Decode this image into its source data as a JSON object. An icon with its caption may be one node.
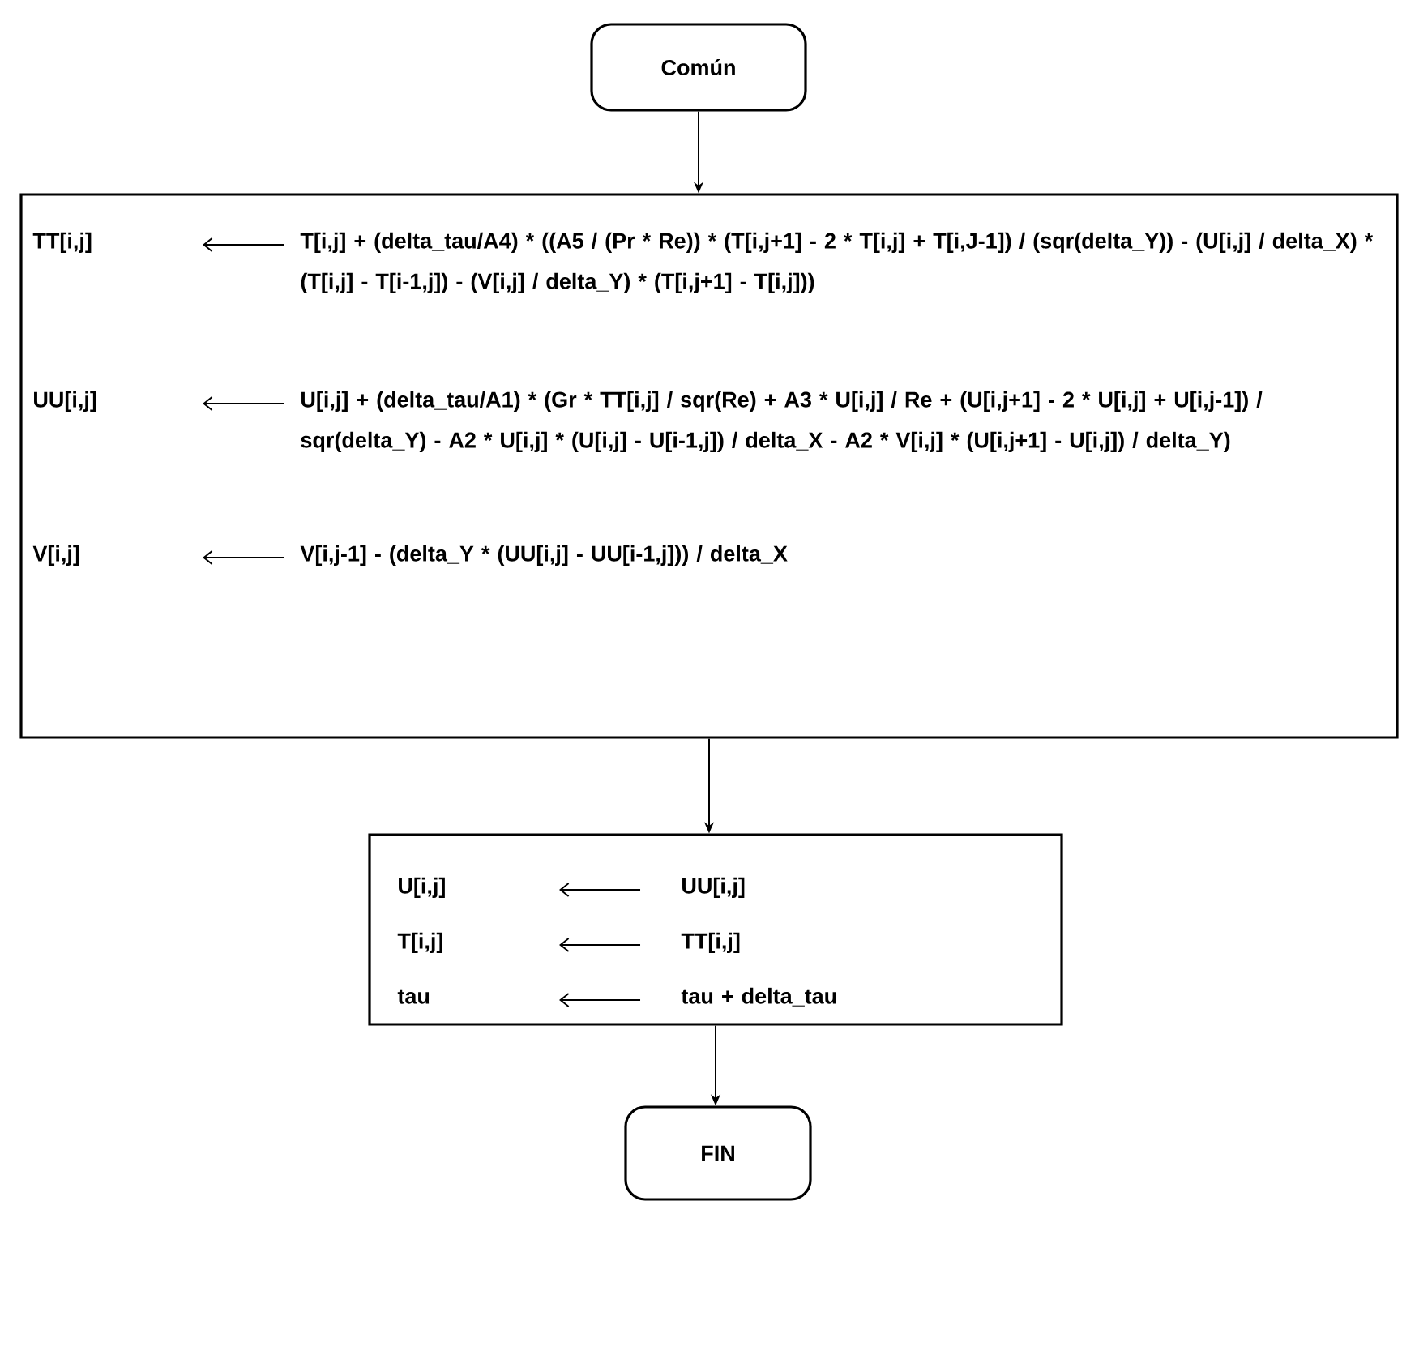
{
  "diagram": {
    "nodes": [
      {
        "text": [
          "Común"
        ]
      },
      {
        "text": [
          "TT[i,j]",
          "T[i,j] + (delta_tau/A4) * ((A5 / (Pr * Re)) * (T[i,j+1] - 2 * T[i,j] + T[i,J-1]) / (sqr(delta_Y)) - (U[i,j] / delta_X) * (T[i,j] - T[i-1,j]) - (V[i,j] / delta_Y) * (T[i,j+1] - T[i,j]))",
          "UU[i,j]",
          "U[i,j] + (delta_tau/A1) * (Gr * TT[i,j] / sqr(Re) + A3 * U[i,j] / Re + (U[i,j+1] - 2 * U[i,j] + U[i,j-1]) / sqr(delta_Y) - A2 * U[i,j] * (U[i,j] - U[i-1,j]) / delta_X - A2 * V[i,j] * (U[i,j+1] - U[i,j]) / delta_Y)",
          "V[i,j]",
          "V[i,j-1] - (delta_Y * (UU[i,j] - UU[i-1,j])) / delta_X"
        ]
      },
      {
        "text": [
          "U[i,j]",
          "UU[i,j]",
          "T[i,j]",
          "TT[i,j]",
          "tau",
          "tau + delta_tau"
        ]
      },
      {
        "text": [
          "FIN"
        ]
      }
    ],
    "edges": [
      {
        "from": 0,
        "to": 1,
        "arrow": "to"
      },
      {
        "from": 1,
        "to": 2,
        "arrow": "to"
      },
      {
        "from": 2,
        "to": 3,
        "arrow": "to"
      }
    ]
  }
}
